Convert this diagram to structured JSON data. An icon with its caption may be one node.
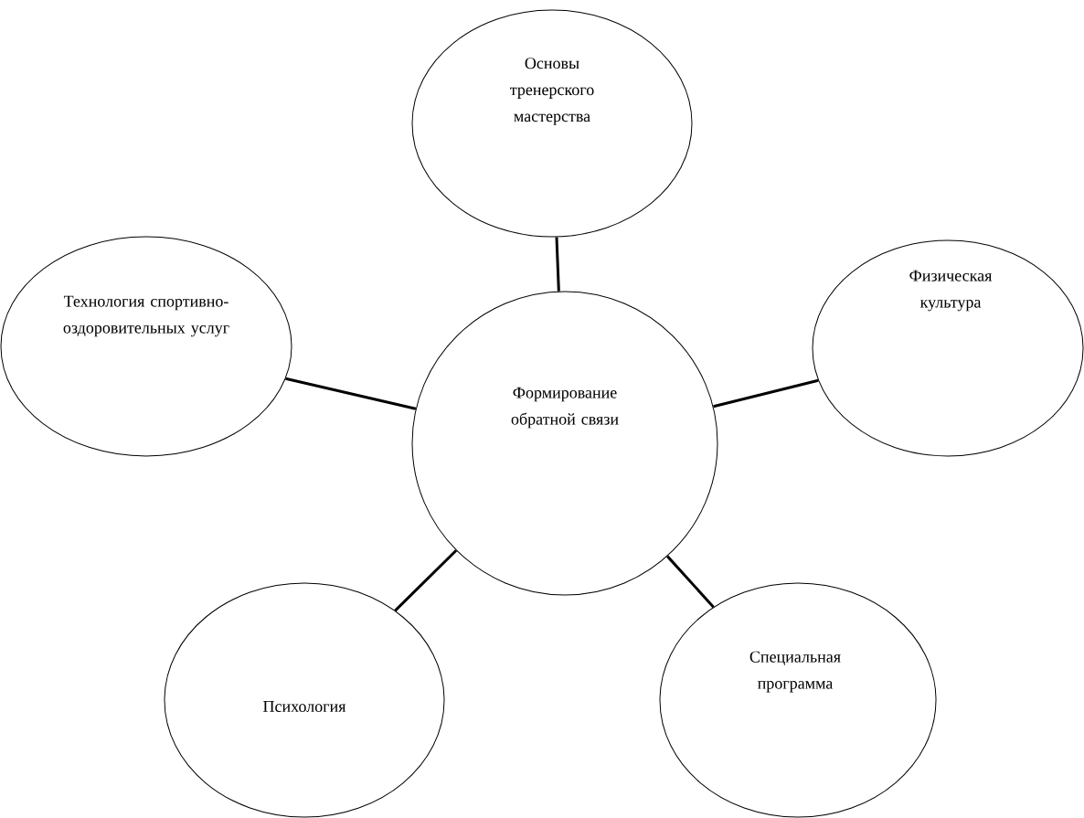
{
  "diagram": {
    "nodes": [
      {
        "text": [
          "Основы тренерского мастерства"
        ]
      },
      {
        "text": [
          "Технология спортивно-оздоровительных услуг"
        ]
      },
      {
        "text": [
          "Формирование обратной связи"
        ]
      },
      {
        "text": [
          "Физическая культура"
        ]
      },
      {
        "text": [
          "Психология"
        ]
      },
      {
        "text": [
          "Специальная программа"
        ]
      }
    ],
    "edges": [
      {
        "from": 2,
        "to": 0,
        "arrow": "none"
      },
      {
        "from": 2,
        "to": 1,
        "arrow": "none"
      },
      {
        "from": 2,
        "to": 3,
        "arrow": "none"
      },
      {
        "from": 2,
        "to": 4,
        "arrow": "none"
      },
      {
        "from": 2,
        "to": 5,
        "arrow": "none"
      }
    ]
  }
}
